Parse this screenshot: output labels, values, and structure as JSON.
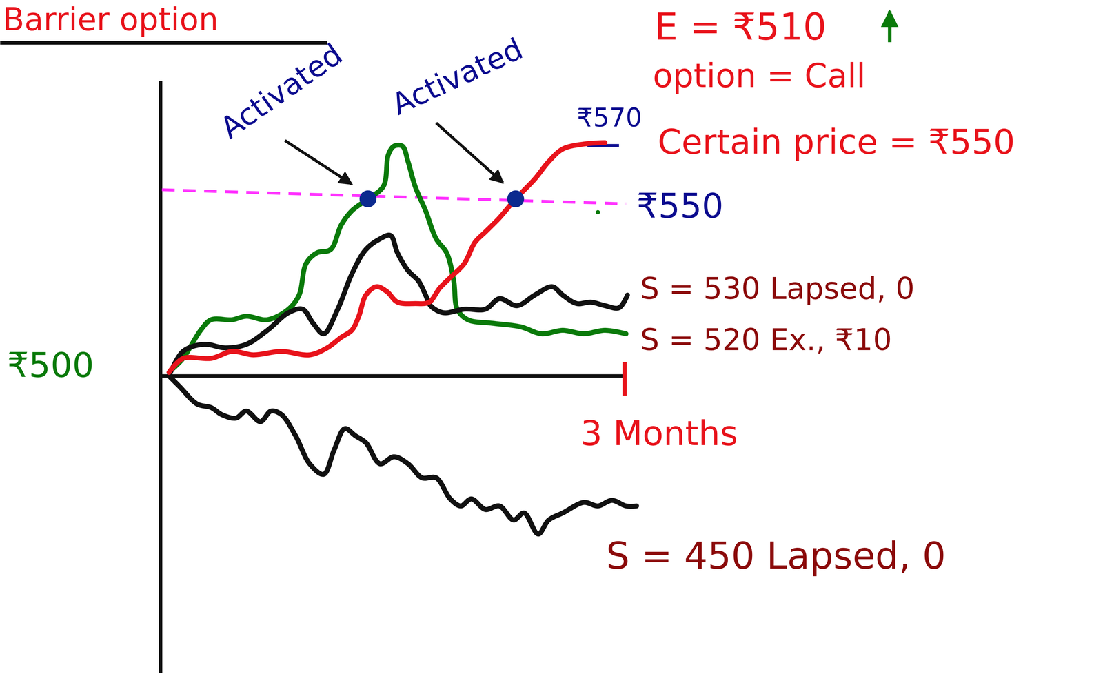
{
  "diagram": {
    "title": "Barrier option",
    "labels": [
      "Activated",
      "Activated",
      "E = ₹510",
      "option = Call",
      "Certain price = ₹550",
      "₹570",
      "₹550",
      "S = 530 Lapsed, 0",
      "S = 520 Ex., ₹10",
      "₹500",
      "3 Months",
      "S = 450 Lapsed, 0"
    ]
  }
}
